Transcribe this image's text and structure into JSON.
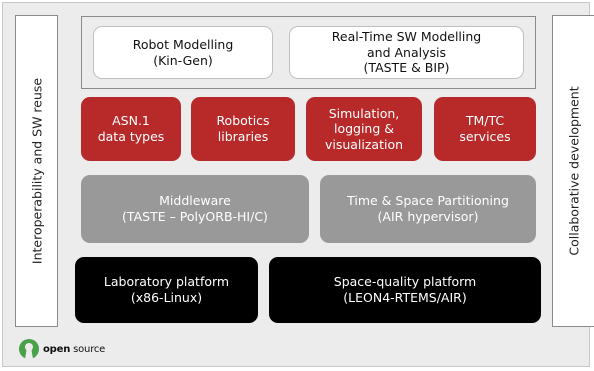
{
  "side_labels": {
    "left": "Interoperability and SW reuse",
    "right": "Collaborative development"
  },
  "modelling": {
    "robot": [
      "Robot Modelling",
      "(Kin-Gen)"
    ],
    "realtime": [
      "Real-Time SW Modelling",
      "and Analysis",
      "(TASTE & BIP)"
    ]
  },
  "services": {
    "asn1": [
      "ASN.1",
      "data types"
    ],
    "robotics": [
      "Robotics",
      "libraries"
    ],
    "simulation": [
      "Simulation,",
      "logging &",
      "visualization"
    ],
    "tmtc": [
      "TM/TC",
      "services"
    ]
  },
  "middleware": {
    "middleware": [
      "Middleware",
      "(TASTE – PolyORB-HI/C)"
    ],
    "partitioning": [
      "Time & Space Partitioning",
      "(AIR hypervisor)"
    ]
  },
  "platforms": {
    "lab": [
      "Laboratory platform",
      "(x86-Linux)"
    ],
    "space": [
      "Space-quality platform",
      "(LEON4-RTEMS/AIR)"
    ]
  },
  "logo": {
    "text_bold": "open",
    "text_regular": "source"
  },
  "colors": {
    "service_red": "#b82a2a",
    "middleware_gray": "#999999",
    "platform_black": "#000000",
    "logo_green": "#4aa14a"
  }
}
